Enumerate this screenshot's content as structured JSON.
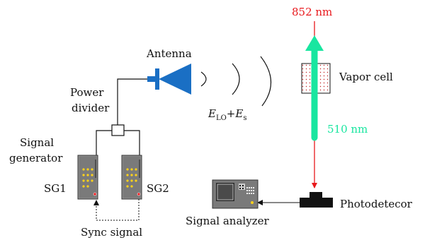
{
  "labels": {
    "antenna": "Antenna",
    "power_divider_line1": "Power",
    "power_divider_line2": "divider",
    "signal_generator_line1": "Signal",
    "signal_generator_line2": "generator",
    "sg1": "SG1",
    "sg2": "SG2",
    "sync_signal": "Sync signal",
    "field_E1": "E",
    "field_sub1": "LO",
    "field_plus": "+",
    "field_E2": "E",
    "field_sub2": "s",
    "wavelength_probe": "852 nm",
    "wavelength_coupling": "510 nm",
    "vapor_cell": "Vapor cell",
    "photodetector": "Photodetecor",
    "signal_analyzer": "Signal analyzer"
  },
  "colors": {
    "probe_red": "#e8181c",
    "coupling_green": "#19e6a0",
    "antenna_blue": "#1a6fc4",
    "device_gray": "#7a7a7a",
    "led_yellow": "#ffd21a",
    "detector_black": "#111111",
    "cell_dots": "#c02020"
  }
}
